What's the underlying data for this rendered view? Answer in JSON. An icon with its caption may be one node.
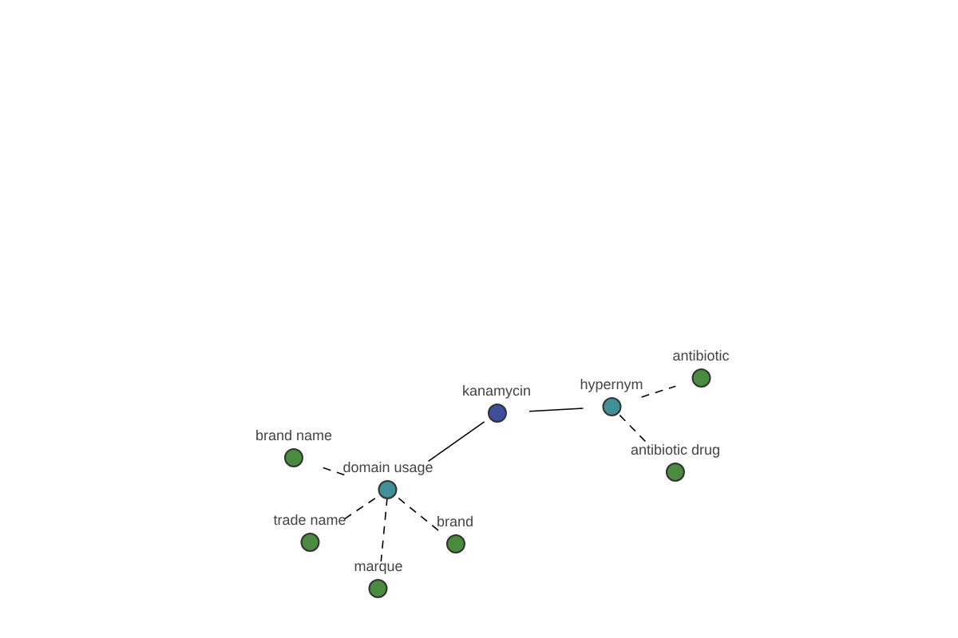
{
  "diagram": {
    "nodes": [
      {
        "text": [
          "kanamycin"
        ]
      },
      {
        "text": [
          "hypernym"
        ]
      },
      {
        "text": [
          "antibiotic"
        ]
      },
      {
        "text": [
          "antibiotic drug"
        ]
      },
      {
        "text": [
          "domain usage"
        ]
      },
      {
        "text": [
          "brand name"
        ]
      },
      {
        "text": [
          "trade name"
        ]
      },
      {
        "text": [
          "marque"
        ]
      },
      {
        "text": [
          "brand"
        ]
      }
    ],
    "edges": [
      {
        "from": 0,
        "to": 1,
        "arrow": "none"
      },
      {
        "from": 1,
        "to": 2,
        "arrow": "none",
        "style": "dashed"
      },
      {
        "from": 1,
        "to": 3,
        "arrow": "none",
        "style": "dashed"
      },
      {
        "from": 0,
        "to": 4,
        "arrow": "none"
      },
      {
        "from": 4,
        "to": 5,
        "arrow": "none",
        "style": "dashed"
      },
      {
        "from": 4,
        "to": 6,
        "arrow": "none",
        "style": "dashed"
      },
      {
        "from": 4,
        "to": 7,
        "arrow": "none",
        "style": "dashed"
      },
      {
        "from": 4,
        "to": 8,
        "arrow": "none",
        "style": "dashed"
      }
    ]
  }
}
